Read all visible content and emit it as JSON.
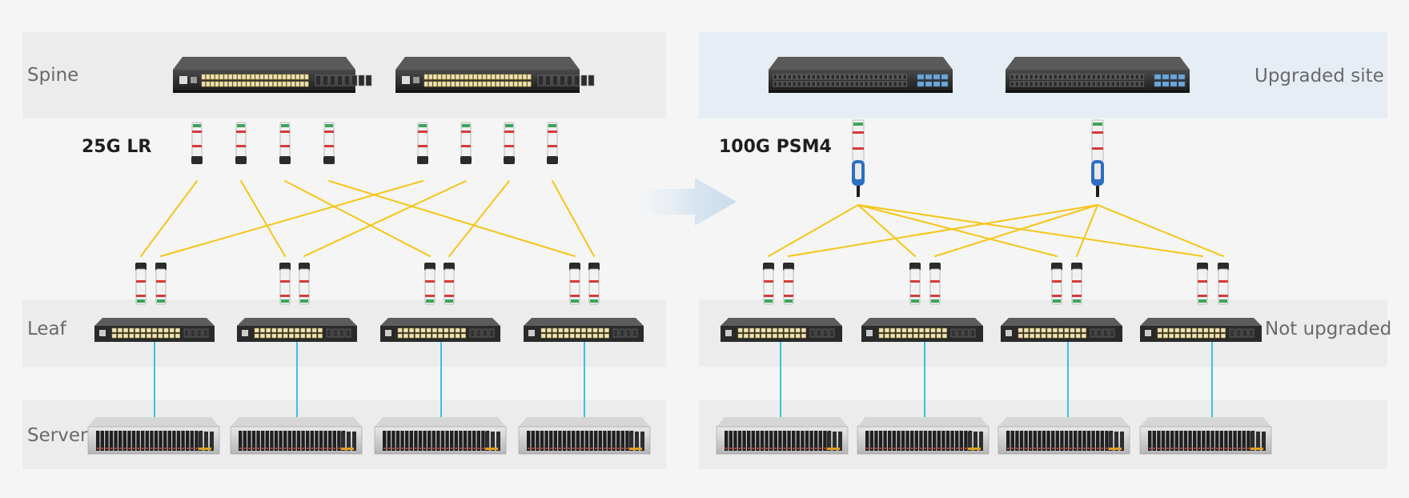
{
  "layers": {
    "spine": "Spine",
    "leaf": "Leaf",
    "server": "Server"
  },
  "links": {
    "left_speed": "25G LR",
    "right_speed": "100G PSM4"
  },
  "annotations": {
    "upgraded": "Upgraded site",
    "not_upgraded": "Not upgraded"
  },
  "colors": {
    "fiber": "#f5c518",
    "copper_link": "#3cc0e0",
    "upgraded_band": "#e6edf4",
    "band": "#ececec"
  },
  "icons": [
    "spine-switch-icon",
    "leaf-switch-icon",
    "server-icon",
    "transceiver-icon",
    "arrow-right-icon"
  ]
}
